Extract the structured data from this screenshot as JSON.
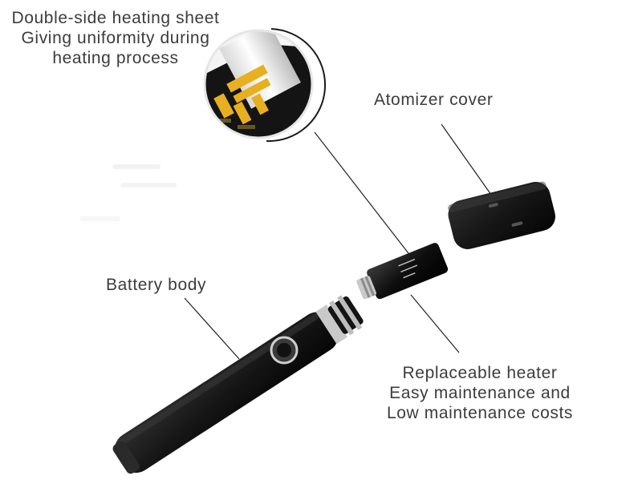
{
  "callouts": {
    "heating_sheet": {
      "lines": [
        "Double-side heating sheet",
        "Giving uniformity during",
        "heating process"
      ]
    },
    "atomizer_cover": {
      "label": "Atomizer cover"
    },
    "battery_body": {
      "label": "Battery body"
    },
    "replaceable_heater": {
      "lines": [
        "Replaceable heater",
        "Easy maintenance and",
        "Low maintenance costs"
      ]
    }
  },
  "colors": {
    "label_text": "#3c3c3c",
    "device_body": "#161616",
    "metal_trim": "#c9c9c9",
    "heater_glow": "#e8b020",
    "leader_line": "#222222"
  },
  "icons": {
    "power_button": "power-button-icon",
    "heater_closeup": "heater-closeup-icon"
  }
}
